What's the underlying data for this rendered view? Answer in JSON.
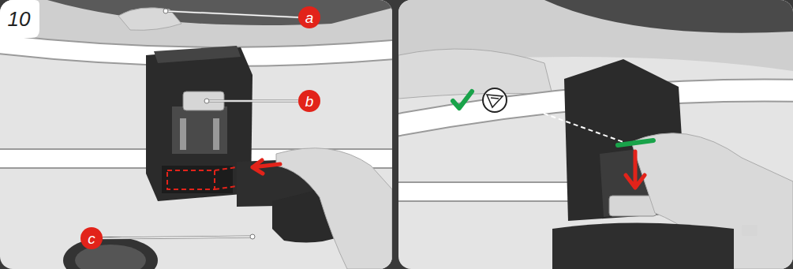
{
  "diagram": {
    "labels": [
      "10",
      "a",
      "b",
      "c"
    ]
  }
}
